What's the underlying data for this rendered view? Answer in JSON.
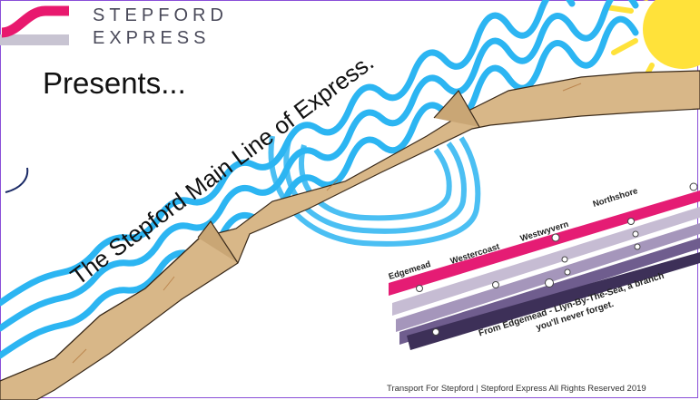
{
  "brand": {
    "line1": "STEPFORD",
    "line2": "EXPRESS"
  },
  "headline": {
    "presents": "Presents...",
    "title": "The Stepford Main Line of Express."
  },
  "route_map": {
    "stations": [
      "Edgemead",
      "Westercoast",
      "Westwyvern",
      "Northshore"
    ],
    "tagline_1": "From Edgemead - Llyn-By-The-Sea, a branch",
    "tagline_2": "you'll never forget."
  },
  "footer": {
    "text": "Transport For Stepford | Stepford Express All Rights Reserved 2019"
  },
  "colors": {
    "brand_pink": "#e8196e",
    "brand_grey": "#c8c4d2",
    "water": "#2cb5f2",
    "sand": "#d8b788",
    "sun": "#ffe23a",
    "line_pink": "#e51c74",
    "line_lilac": "#c6bcd3",
    "line_mauve": "#a596bb",
    "line_purple": "#6f5d8e",
    "line_dark": "#3d3058",
    "frame": "#8a4fd8"
  },
  "icons": [
    "stepford-express-logo-icon",
    "sun-icon",
    "wave-icon"
  ]
}
